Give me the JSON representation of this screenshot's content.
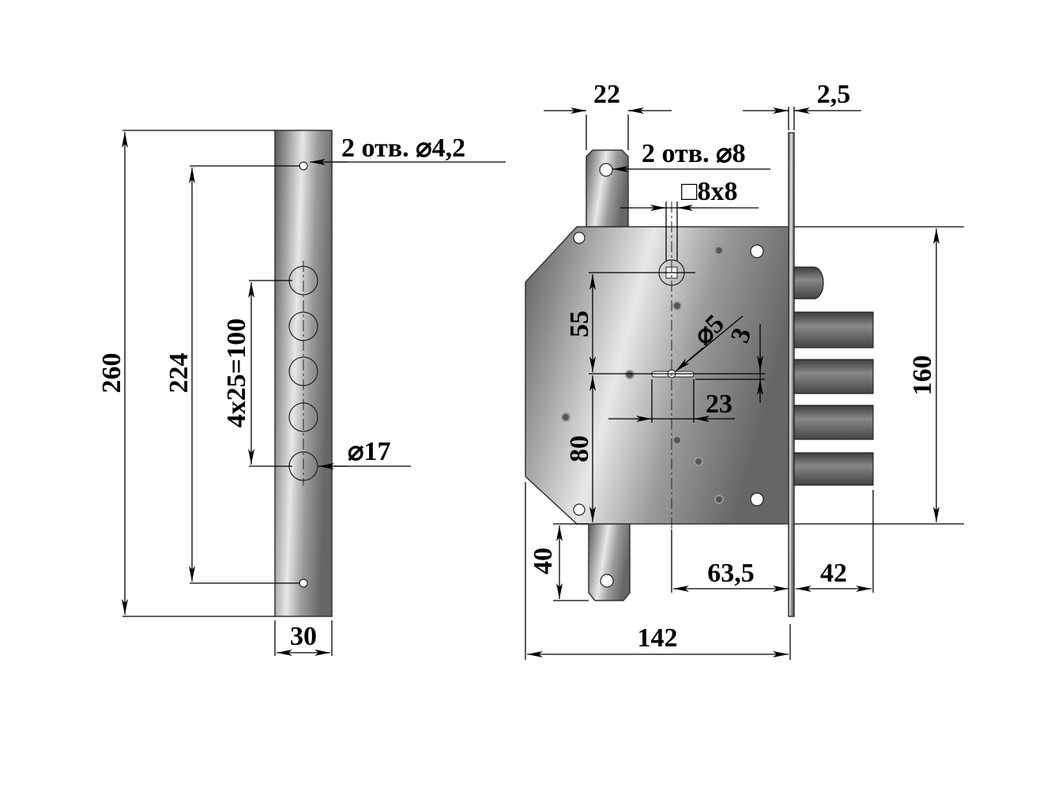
{
  "strike_plate": {
    "height": "260",
    "hole_spacing": "224",
    "bolt_holes_spacing": "4x25=100",
    "mount_holes": "2 отв. ⌀4,2",
    "bolt_hole_diameter": "⌀17",
    "width": "30"
  },
  "lock_body": {
    "tab_width": "22",
    "faceplate_thickness": "2,5",
    "tab_holes": "2 отв. ⌀8",
    "spindle": "□8x8",
    "spindle_to_key": "55",
    "key_to_bottom": "80",
    "pin_diameter": "⌀5",
    "slot_width": "3",
    "key_slot_length": "23",
    "body_height": "160",
    "tab_height": "40",
    "backset": "63,5",
    "bolt_throw": "42",
    "total_width": "142"
  },
  "colors": {
    "metal_light": "#e8e8e8",
    "metal_dark": "#5a5a5a"
  }
}
